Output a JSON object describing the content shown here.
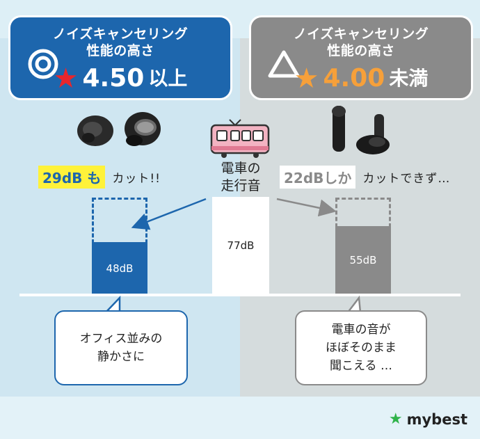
{
  "left": {
    "title_line1": "ノイズキャンセリング",
    "title_line2": "性能の高さ",
    "score": "4.50",
    "score_suffix": "以上",
    "cut_value": "29dB も",
    "cut_text": "カット!!",
    "bar_value": "48dB",
    "bubble_line1": "オフィス並みの",
    "bubble_line2": "静かさに",
    "accent": "#1d66ad",
    "star_color": "#e8262c",
    "mark_icon": "double-circle-icon"
  },
  "right": {
    "title_line1": "ノイズキャンセリング",
    "title_line2": "性能の高さ",
    "score": "4.00",
    "score_suffix": "未満",
    "cut_value": "22dBしか",
    "cut_text": "カットできず…",
    "bar_value": "55dB",
    "bubble_line1": "電車の音が",
    "bubble_line2": "ほぼそのまま",
    "bubble_line3": "聞こえる …",
    "accent": "#8a8a8a",
    "star_color": "#f6a03a",
    "mark_icon": "triangle-icon"
  },
  "source": {
    "label_line1": "電車の",
    "label_line2": "走行音",
    "bar_value": "77dB",
    "icon": "train-icon"
  },
  "brand": {
    "name": "mybest"
  }
}
